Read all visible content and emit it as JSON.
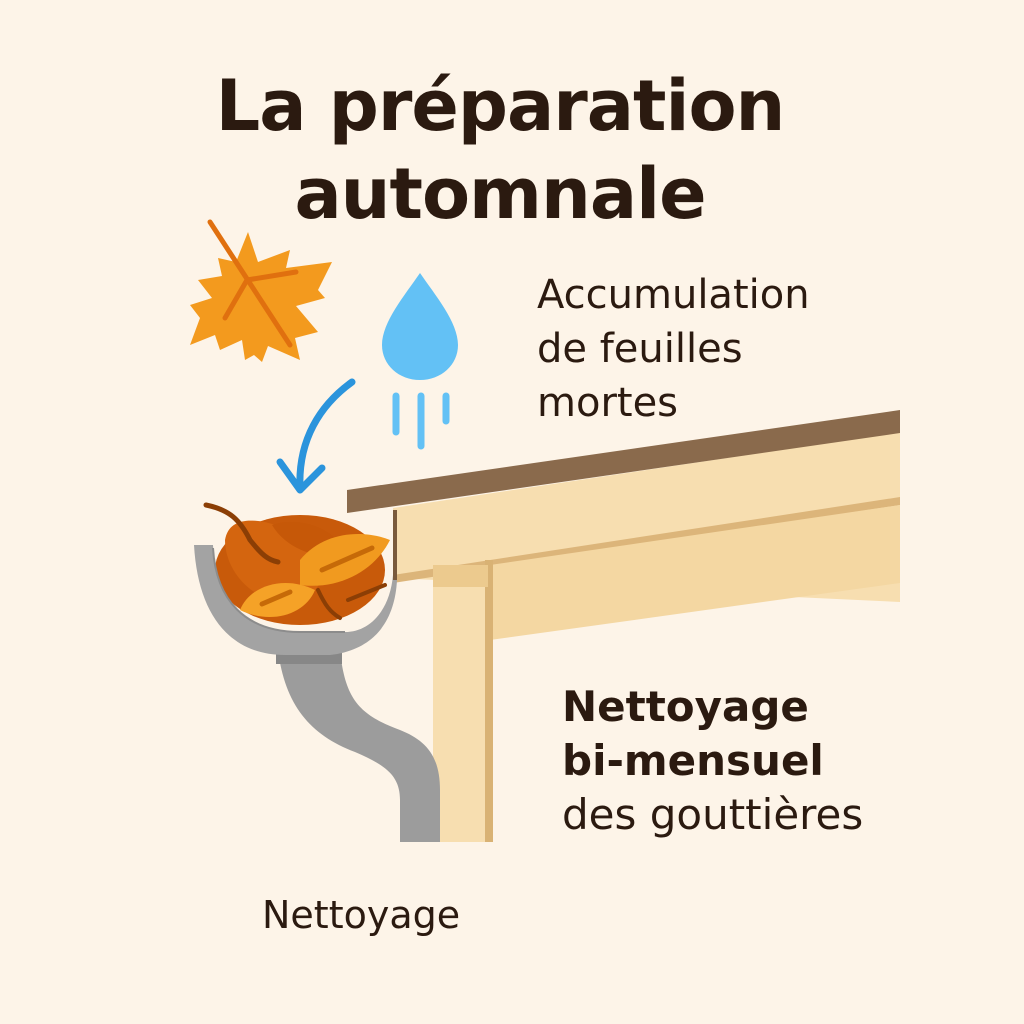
{
  "title": {
    "line1": "La préparation",
    "line2": "automnale"
  },
  "labels": {
    "accumulation": {
      "line1": "Accumulation",
      "line2": "de feuilles",
      "line3": "mortes"
    },
    "cleaning": {
      "line1": "Nettoyage",
      "line2": "bi-mensuel",
      "line3": "des gouttières"
    },
    "bottom": "Nettoyage"
  },
  "icons": [
    "maple-leaf-icon",
    "water-drop-icon",
    "curved-arrow-icon",
    "gutter-with-leaves-icon",
    "downspout-icon",
    "roof-eave-icon"
  ],
  "colors": {
    "background": "#fdf4e8",
    "text": "#2b1a10",
    "leaf_orange": "#f39a1e",
    "leaf_vein": "#e0700f",
    "drop_blue": "#63c1f5",
    "arrow_blue": "#2b94dc",
    "gutter_gray": "#9a9a9a",
    "roof_brown": "#8a6a4c",
    "wood": "#f7deb0"
  }
}
